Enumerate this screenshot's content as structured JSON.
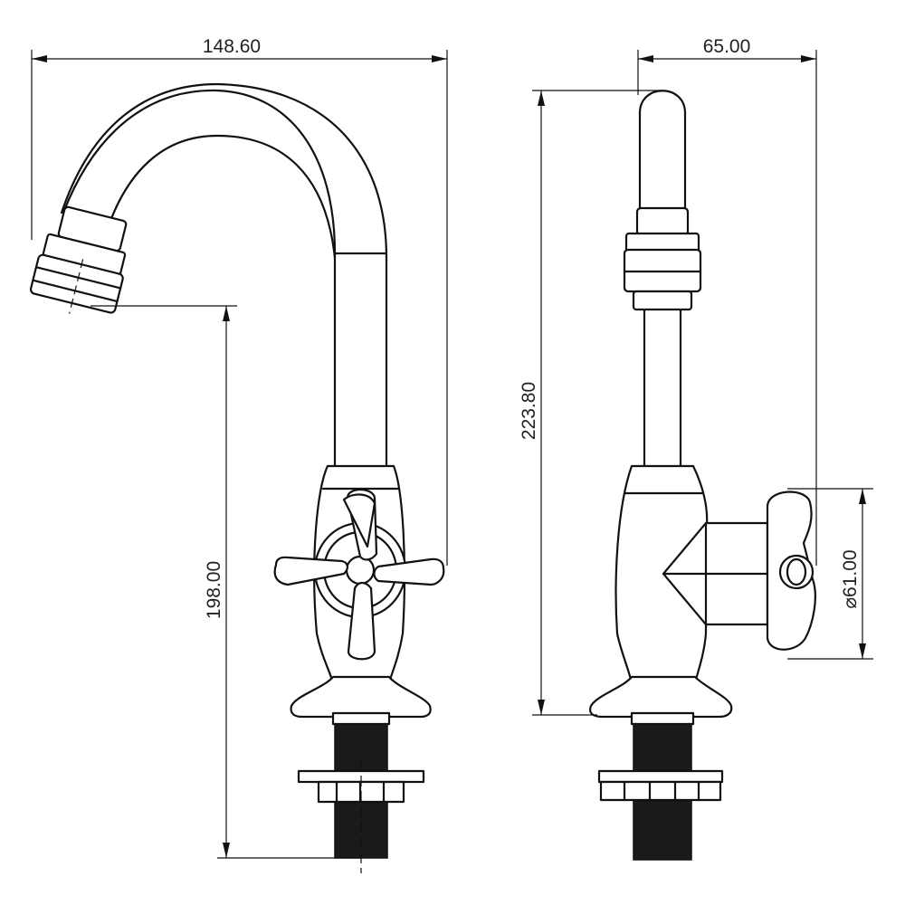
{
  "dimensions": {
    "front_width": "148.60",
    "front_height": "198.00",
    "side_width": "65.00",
    "side_height": "223.80",
    "handle_diameter": "⌀61.00"
  }
}
